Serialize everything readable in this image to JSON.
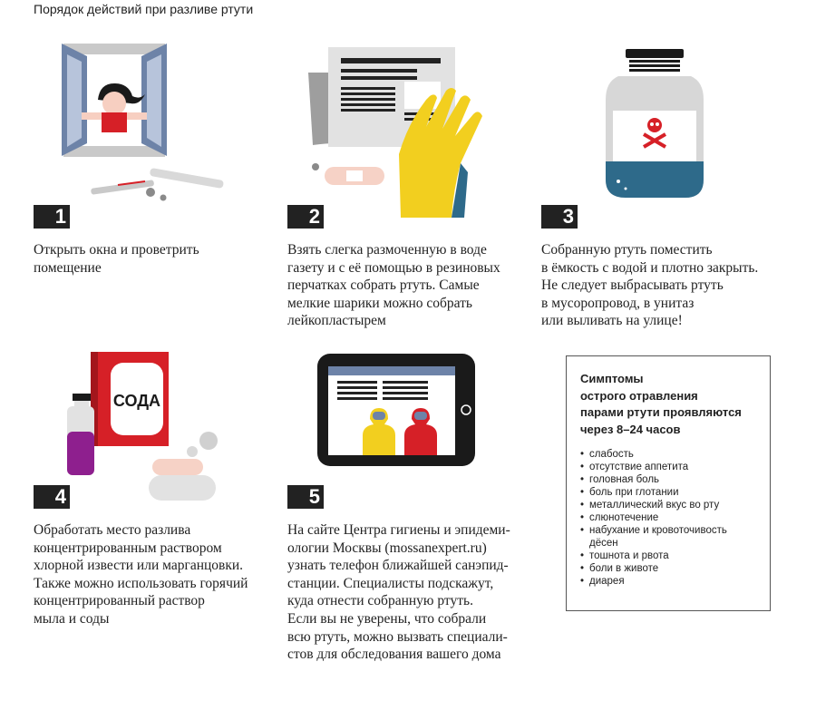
{
  "title": "Порядок действий при разливе ртути",
  "steps": [
    {
      "number": "1",
      "lines": [
        "Открыть окна и проветрить",
        "помещение"
      ]
    },
    {
      "number": "2",
      "lines": [
        "Взять слегка размоченную в воде",
        "газету и с её помощью в резиновых",
        "перчатках собрать ртуть. Самые",
        "мелкие шарики можно собрать",
        "лейкопластырем"
      ]
    },
    {
      "number": "3",
      "lines": [
        "Собранную ртуть поместить",
        "в ёмкость с водой и плотно закрыть.",
        "Не следует выбрасывать ртуть",
        "в мусоропровод, в унитаз",
        "или выливать на улице!"
      ]
    },
    {
      "number": "4",
      "lines": [
        "Обработать место разлива",
        "концентрированным раствором",
        "хлорной извести или марганцовки.",
        "Также можно использовать горячий",
        "концентрированный раствор",
        "мыла и соды"
      ]
    },
    {
      "number": "5",
      "lines": [
        "На сайте Центра гигиены и эпидеми-",
        "ологии Москвы (mossanexpert.ru)",
        "узнать телефон ближайшей санэпид-",
        "станции. Специалисты подскажут,",
        "куда отнести собранную ртуть.",
        "Если вы не уверены, что собрали",
        "всю ртуть, можно вызвать специали-",
        "стов для обследования вашего дома"
      ]
    }
  ],
  "soda_label": "СОДА",
  "symptoms": {
    "title_lines": [
      "Симптомы",
      "острого отравления",
      "парами ртути проявляются",
      "через 8–24 часов"
    ],
    "items": [
      "слабость",
      "отсутствие аппетита",
      "головная боль",
      "боль при глотании",
      "металлический вкус во рту",
      "слюнотечение",
      "набухание и кровоточивость\nдёсен",
      "тошнота и рвота",
      "боли в животе",
      "диарея"
    ]
  },
  "colors": {
    "red": "#d62027",
    "yellow": "#f2cf1f",
    "steel_blue": "#4a6fa0",
    "teal": "#2e6a8a",
    "dark": "#222222"
  }
}
